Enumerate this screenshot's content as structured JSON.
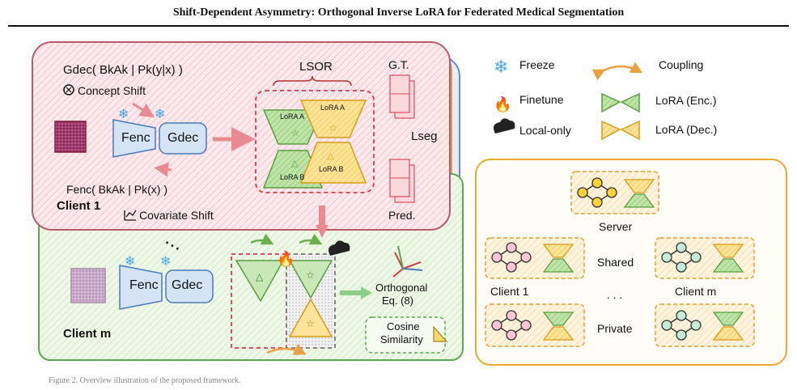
{
  "header": {
    "title": "Shift-Dependent Asymmetry: Orthogonal Inverse LoRA for Federated Medical Segmentation"
  },
  "client1": {
    "gdec_formula": "Gdec( BkAk | Pk(y|x) )",
    "concept_shift": "Concept Shift",
    "fenc": "Fenc",
    "gdec": "Gdec",
    "fenc_formula": "Fenc( BkAk | Pk(x) )",
    "covariate_shift": "Covariate Shift",
    "name": "Client 1",
    "lsor": "LSOR",
    "lora_a_enc": "LoRA A",
    "lora_b_enc": "LoRA B",
    "lora_a_dec": "LoRA A",
    "lora_b_dec": "LoRA B",
    "gt": "G.T.",
    "pred": "Pred.",
    "lseg": "Lseg"
  },
  "clientm": {
    "name": "Client m",
    "fenc": "Fenc",
    "gdec": "Gdec",
    "orthogonal": "Orthogonal",
    "equation": "Eq. (8)",
    "cosine": "Cosine",
    "similarity": "Similarity"
  },
  "legend": {
    "freeze": "Freeze",
    "finetune": "Finetune",
    "local_only": "Local-only",
    "coupling": "Coupling",
    "lora_enc": "LoRA (Enc.)",
    "lora_dec": "LoRA (Dec.)"
  },
  "server": {
    "server": "Server",
    "shared": "Shared",
    "client1": "Client 1",
    "dots": ". . .",
    "clientm": "Client m",
    "private": "Private"
  },
  "colors": {
    "client1_fill": "#f8e4e8",
    "client1_stroke": "#b85a6a",
    "clientm_fill": "#eaf5e4",
    "clientm_stroke": "#5aa84e",
    "enc_green": "#6ab04c",
    "dec_yellow": "#e8b923",
    "server_box": "#f0a830",
    "freeze_blue": "#4aa8e8"
  },
  "caption": "Figure 2. Overview illustration of the proposed framework."
}
